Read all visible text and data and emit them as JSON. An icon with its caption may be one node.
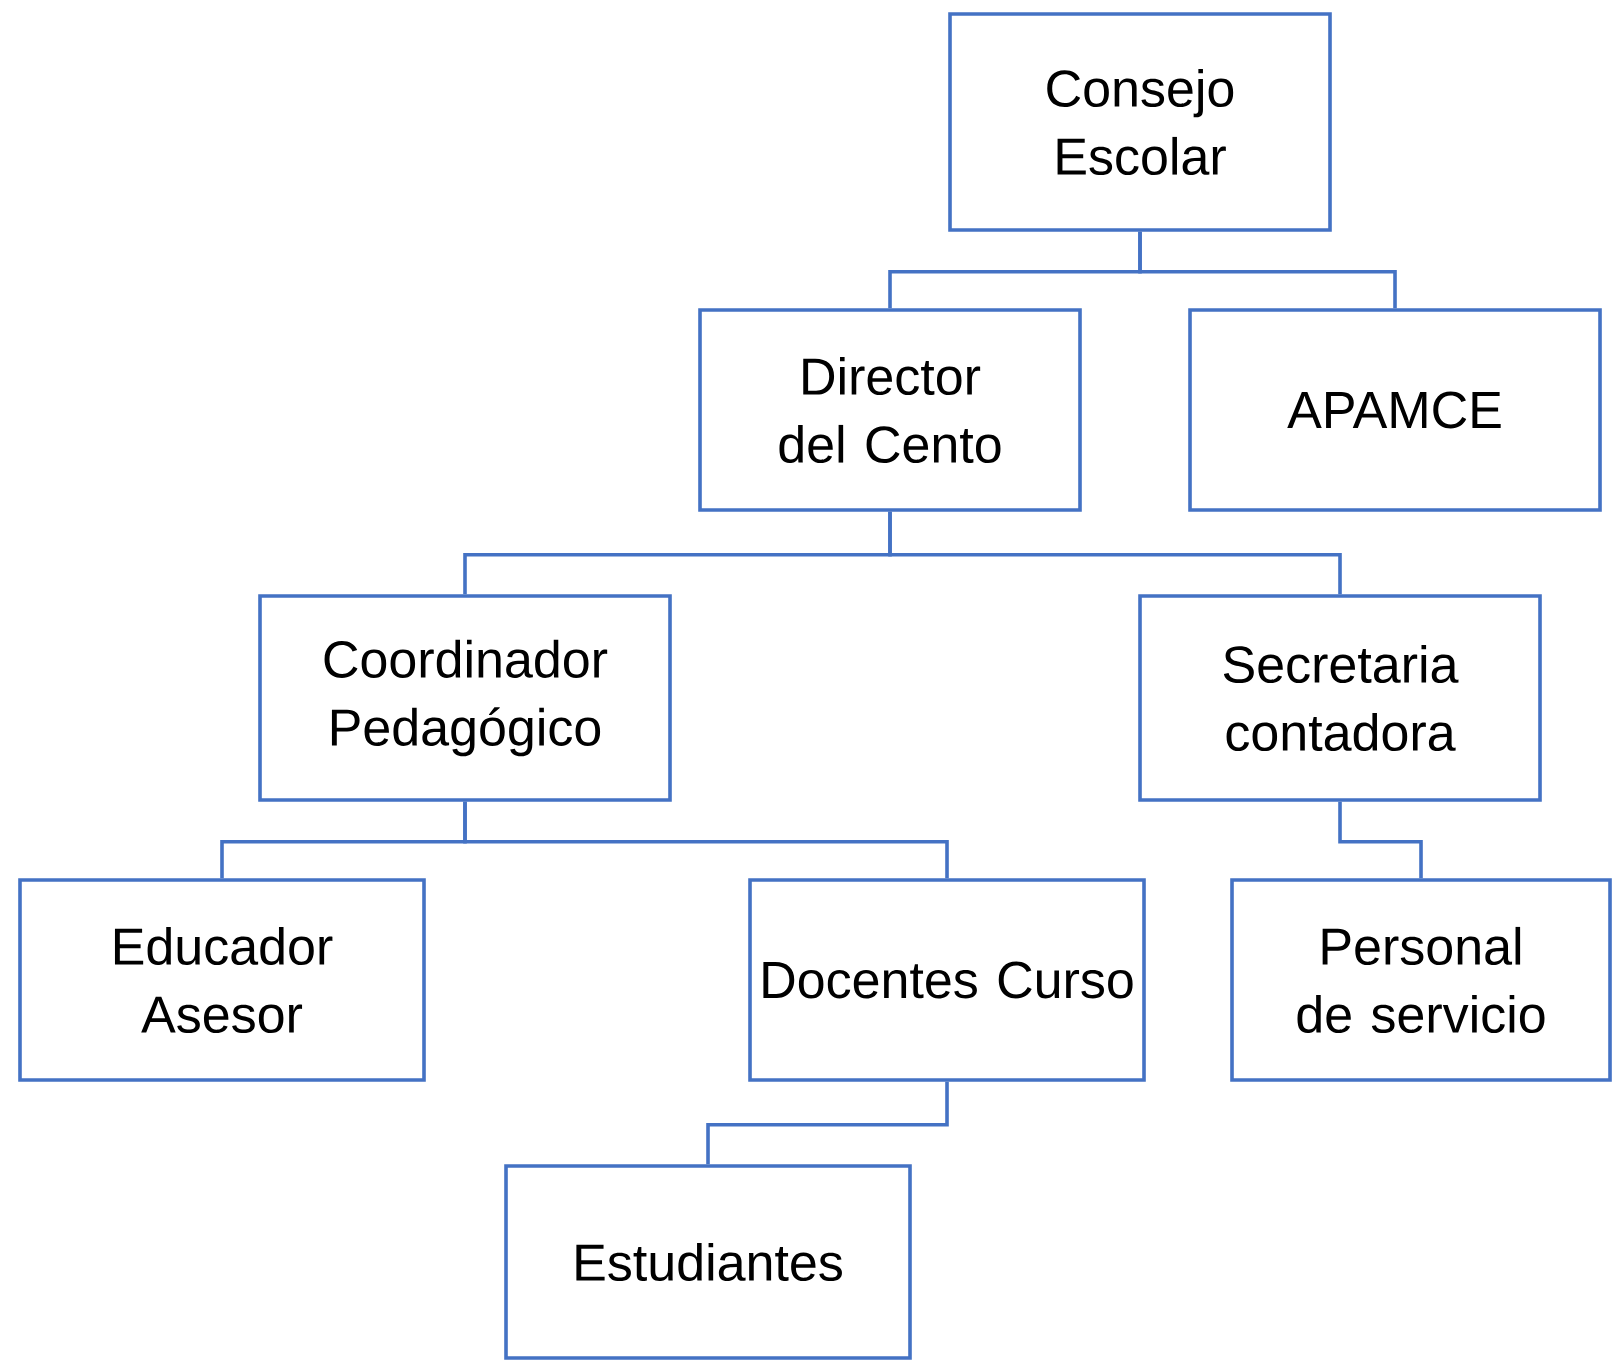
{
  "diagram": {
    "nodes": [
      {
        "text": [
          "Consejo Escolar"
        ]
      },
      {
        "text": [
          "Director del Cento"
        ]
      },
      {
        "text": [
          "APAMCE"
        ]
      },
      {
        "text": [
          "Coordinador Pedagógico"
        ]
      },
      {
        "text": [
          "Secretaria contadora"
        ]
      },
      {
        "text": [
          "Educador Asesor"
        ]
      },
      {
        "text": [
          "Docentes Curso"
        ]
      },
      {
        "text": [
          "Personal de servicio"
        ]
      },
      {
        "text": [
          "Estudiantes"
        ]
      }
    ],
    "edges": [
      {
        "from": 0,
        "to": 1,
        "arrow": "none"
      },
      {
        "from": 0,
        "to": 2,
        "arrow": "none"
      },
      {
        "from": 1,
        "to": 3,
        "arrow": "none"
      },
      {
        "from": 1,
        "to": 4,
        "arrow": "none"
      },
      {
        "from": 3,
        "to": 5,
        "arrow": "none"
      },
      {
        "from": 3,
        "to": 6,
        "arrow": "none"
      },
      {
        "from": 4,
        "to": 7,
        "arrow": "none"
      },
      {
        "from": 6,
        "to": 8,
        "arrow": "none"
      }
    ]
  }
}
